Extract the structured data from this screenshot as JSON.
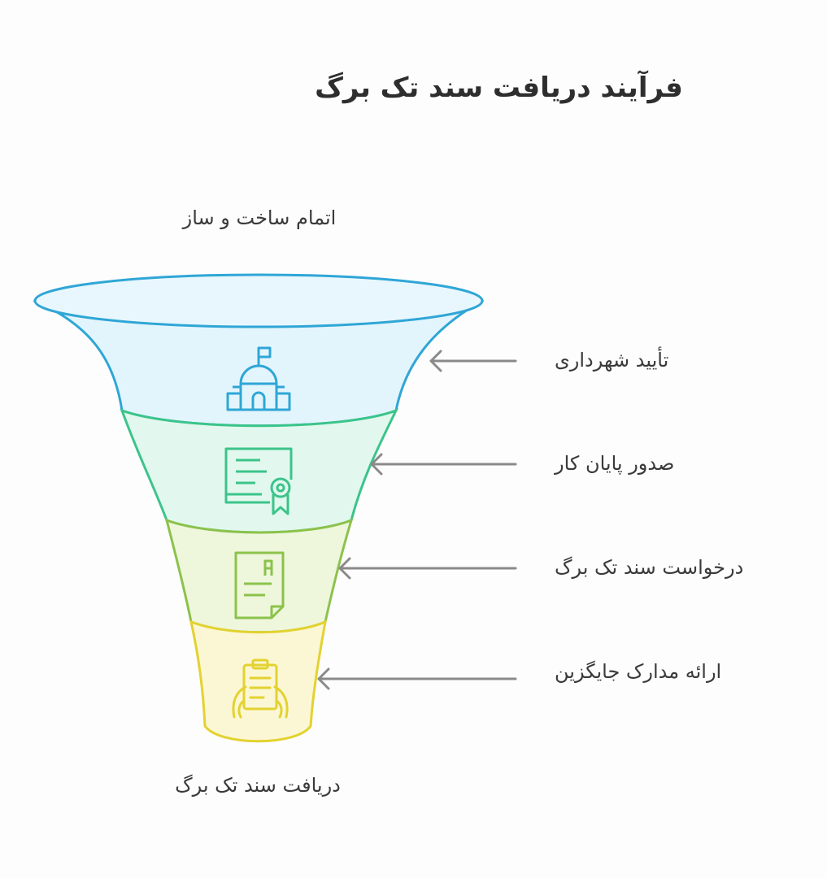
{
  "title": "فرآیند دریافت سند تک برگ",
  "top_label": "اتمام ساخت و ساز",
  "bottom_label": "دریافت سند تک برگ",
  "stages": [
    {
      "label": "تأیید شهرداری",
      "icon": "municipality-building-icon",
      "color": "#2fa6d6",
      "fill": "#e3f5fc"
    },
    {
      "label": "صدور پایان کار",
      "icon": "certificate-icon",
      "color": "#3cc48a",
      "fill": "#e2f8ee"
    },
    {
      "label": "درخواست سند تک برگ",
      "icon": "document-request-icon",
      "color": "#8cc24b",
      "fill": "#eef6dc"
    },
    {
      "label": "ارائه مدارک جایگزین",
      "icon": "clipboard-hands-icon",
      "color": "#e3d230",
      "fill": "#fbf7d4"
    }
  ],
  "arrow_color": "#8a8a8a"
}
